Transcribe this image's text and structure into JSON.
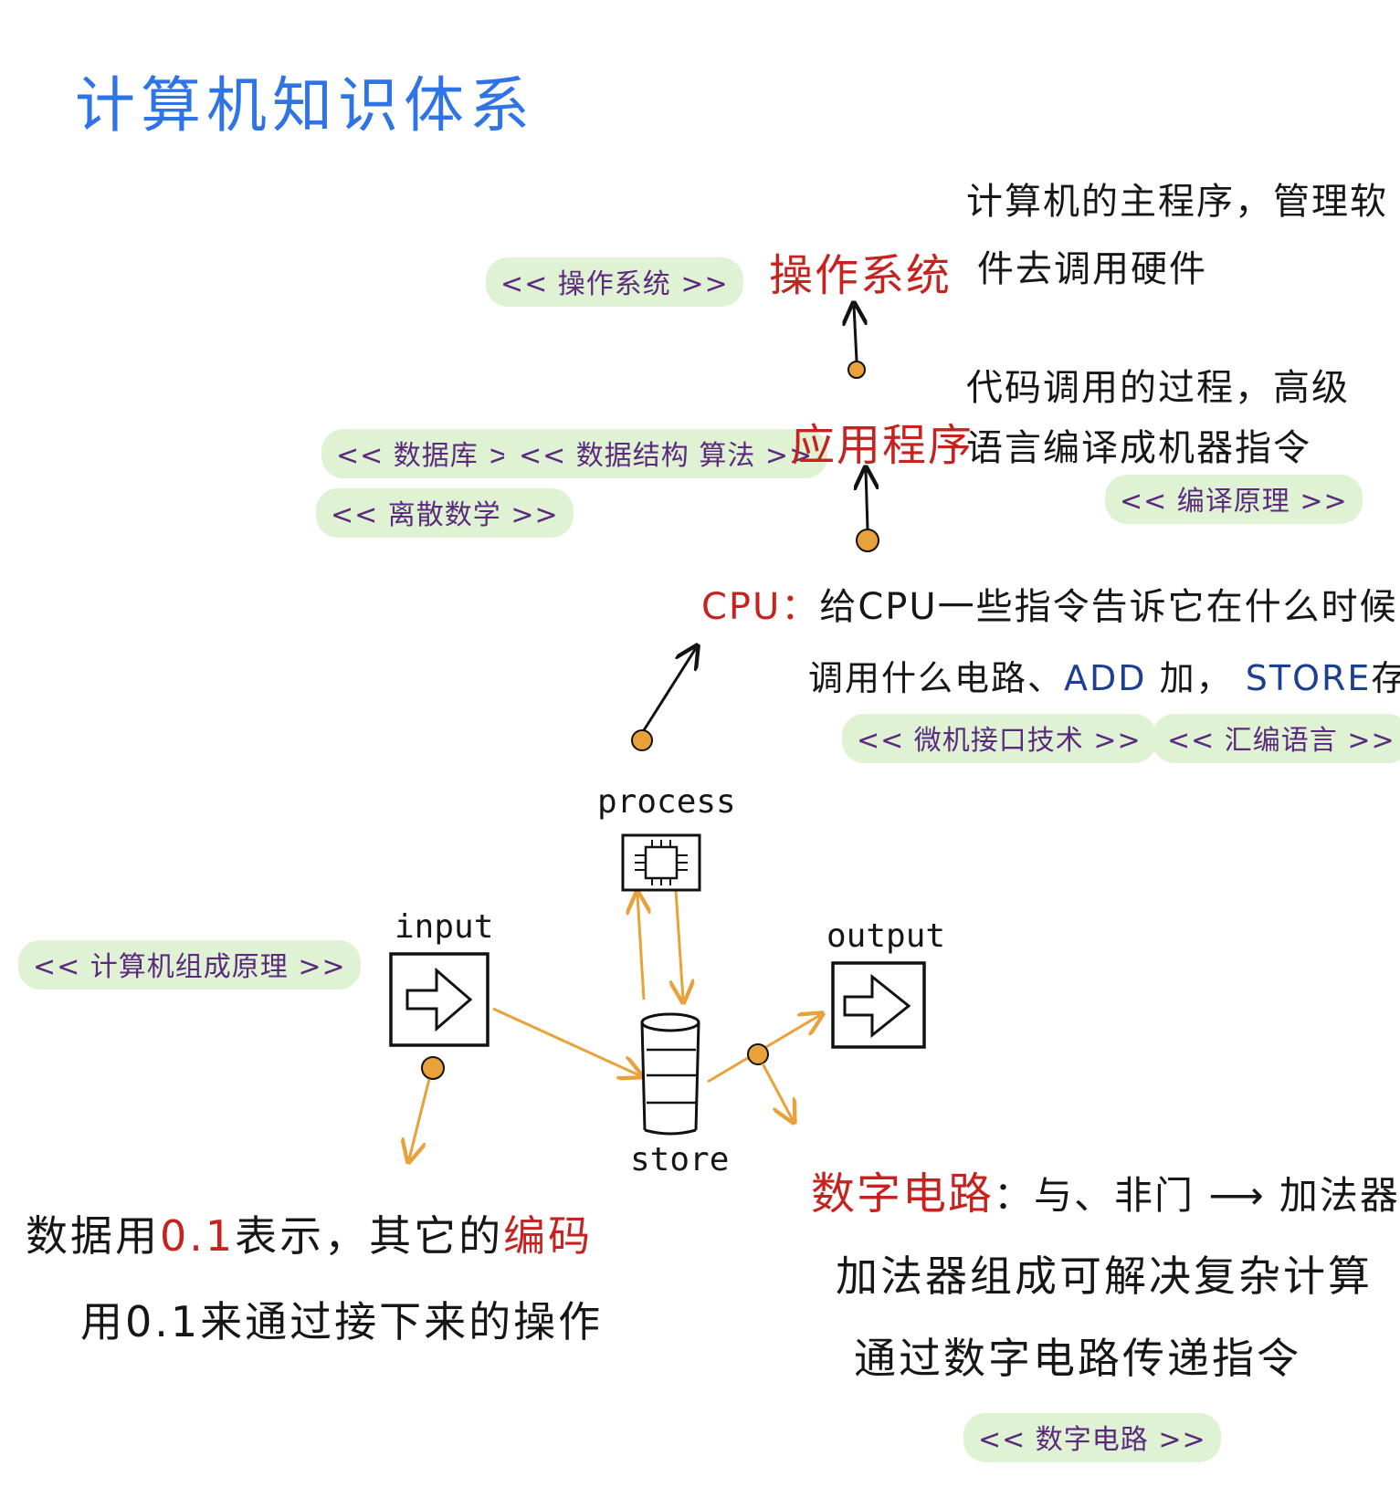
{
  "title": "计算机知识体系",
  "os": {
    "label": "操作系统",
    "desc_line1": "计算机的主程序，管理软",
    "desc_line2": "件去调用硬件",
    "book": "<< 操作系统 >>"
  },
  "app": {
    "label": "应用程序",
    "desc_line1": "代码调用的过程，高级",
    "desc_line2": "语言编译成机器指令",
    "book_compile": "<< 编译原理 >>",
    "book_database": "<< 数据库 >>",
    "book_dsa": "<< 数据结构 算法 >>",
    "book_discrete": "<< 离散数学 >>"
  },
  "cpu": {
    "label": "CPU：",
    "desc_line1": "给CPU一些指令告诉它在什么时候",
    "desc_line2_prefix": "调用什么电路、",
    "add": "ADD",
    "add_cn": "加，",
    "store": "STORE",
    "store_cn": "存",
    "book_micro": "<< 微机接口技术 >>",
    "book_asm": "<< 汇编语言 >>"
  },
  "components": {
    "process": "process",
    "input": "input",
    "output": "output",
    "store": "store",
    "book_organization": "<< 计算机组成原理 >>"
  },
  "data": {
    "line1_a": "数据用",
    "line1_num": "0.1",
    "line1_b": "表示，其它的",
    "line1_code": "编码",
    "line2": "用0.1来通过接下来的操作"
  },
  "circuit": {
    "label": "数字电路",
    "suffix": "：与、非门 ⟶ 加法器",
    "line2": "加法器组成可解决复杂计算",
    "line3": "通过数字电路传递指令",
    "book": "<< 数字电路 >>"
  },
  "colors": {
    "title": "#2f74e6",
    "accent_red": "#c4231f",
    "arrow_orange": "#e9a13a",
    "book_highlight": "#dff3d4",
    "book_text": "#5b2a7e",
    "keyword_blue": "#1d3f92"
  }
}
